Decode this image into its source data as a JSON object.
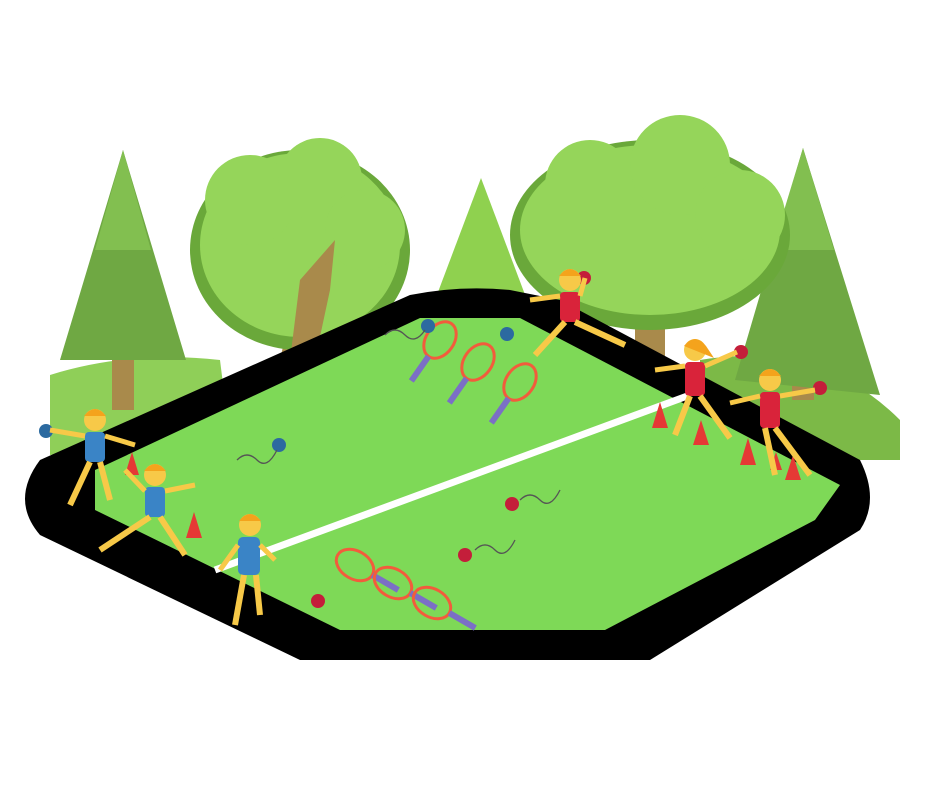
{
  "scene": {
    "description_name": "dodgeball-tennis-illustration",
    "colors": {
      "sky": "#ffffff",
      "court": "#7ed957",
      "court_border": "#000000",
      "center_line": "#ffffff",
      "tree_light": "#8fd14f",
      "tree_dark": "#6aa83a",
      "pine": "#6fa843",
      "trunk": "#a98a4b",
      "hill": "#8fcf58",
      "blue_team": "#3a84c6",
      "red_team": "#d9233a",
      "skin": "#f7c948",
      "hair": "#f4a31c",
      "cone": "#e53935",
      "racket": "#f25c3c",
      "grip": "#7b6fc6",
      "blue_ball": "#2c6aa0",
      "red_ball": "#c41e3a"
    },
    "counts": {
      "blue_players": 3,
      "red_players": 3,
      "rackets": 6,
      "cones": 7
    }
  }
}
